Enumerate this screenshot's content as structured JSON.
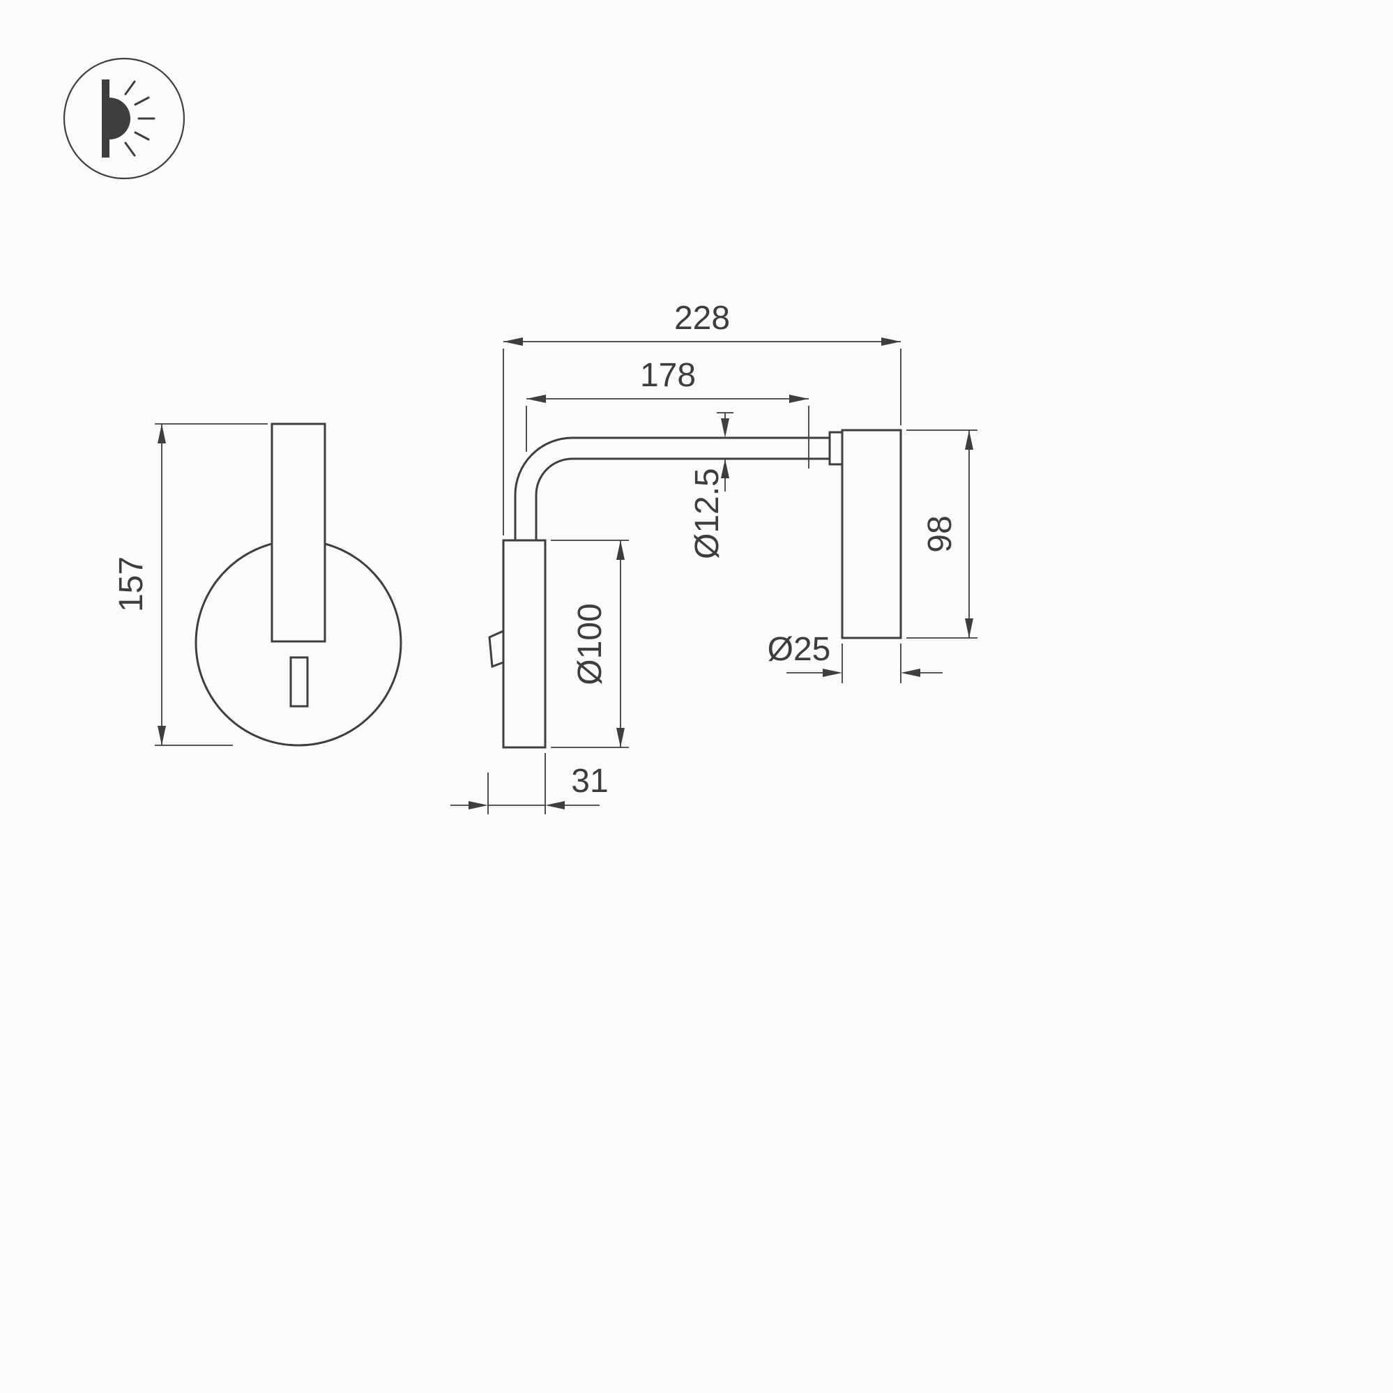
{
  "colors": {
    "line": "#3e3e3e",
    "background": "#fbfbfb",
    "text": "#3d3d3d"
  },
  "legend": {
    "icon": "wall-light-icon"
  },
  "front_view": {
    "overall_height": "157"
  },
  "side_view": {
    "overall_depth": "228",
    "arm_length": "178",
    "tube_diameter": "Ø12.5",
    "head_height": "98",
    "base_diameter": "Ø100",
    "head_diameter": "Ø25",
    "base_thickness": "31"
  }
}
